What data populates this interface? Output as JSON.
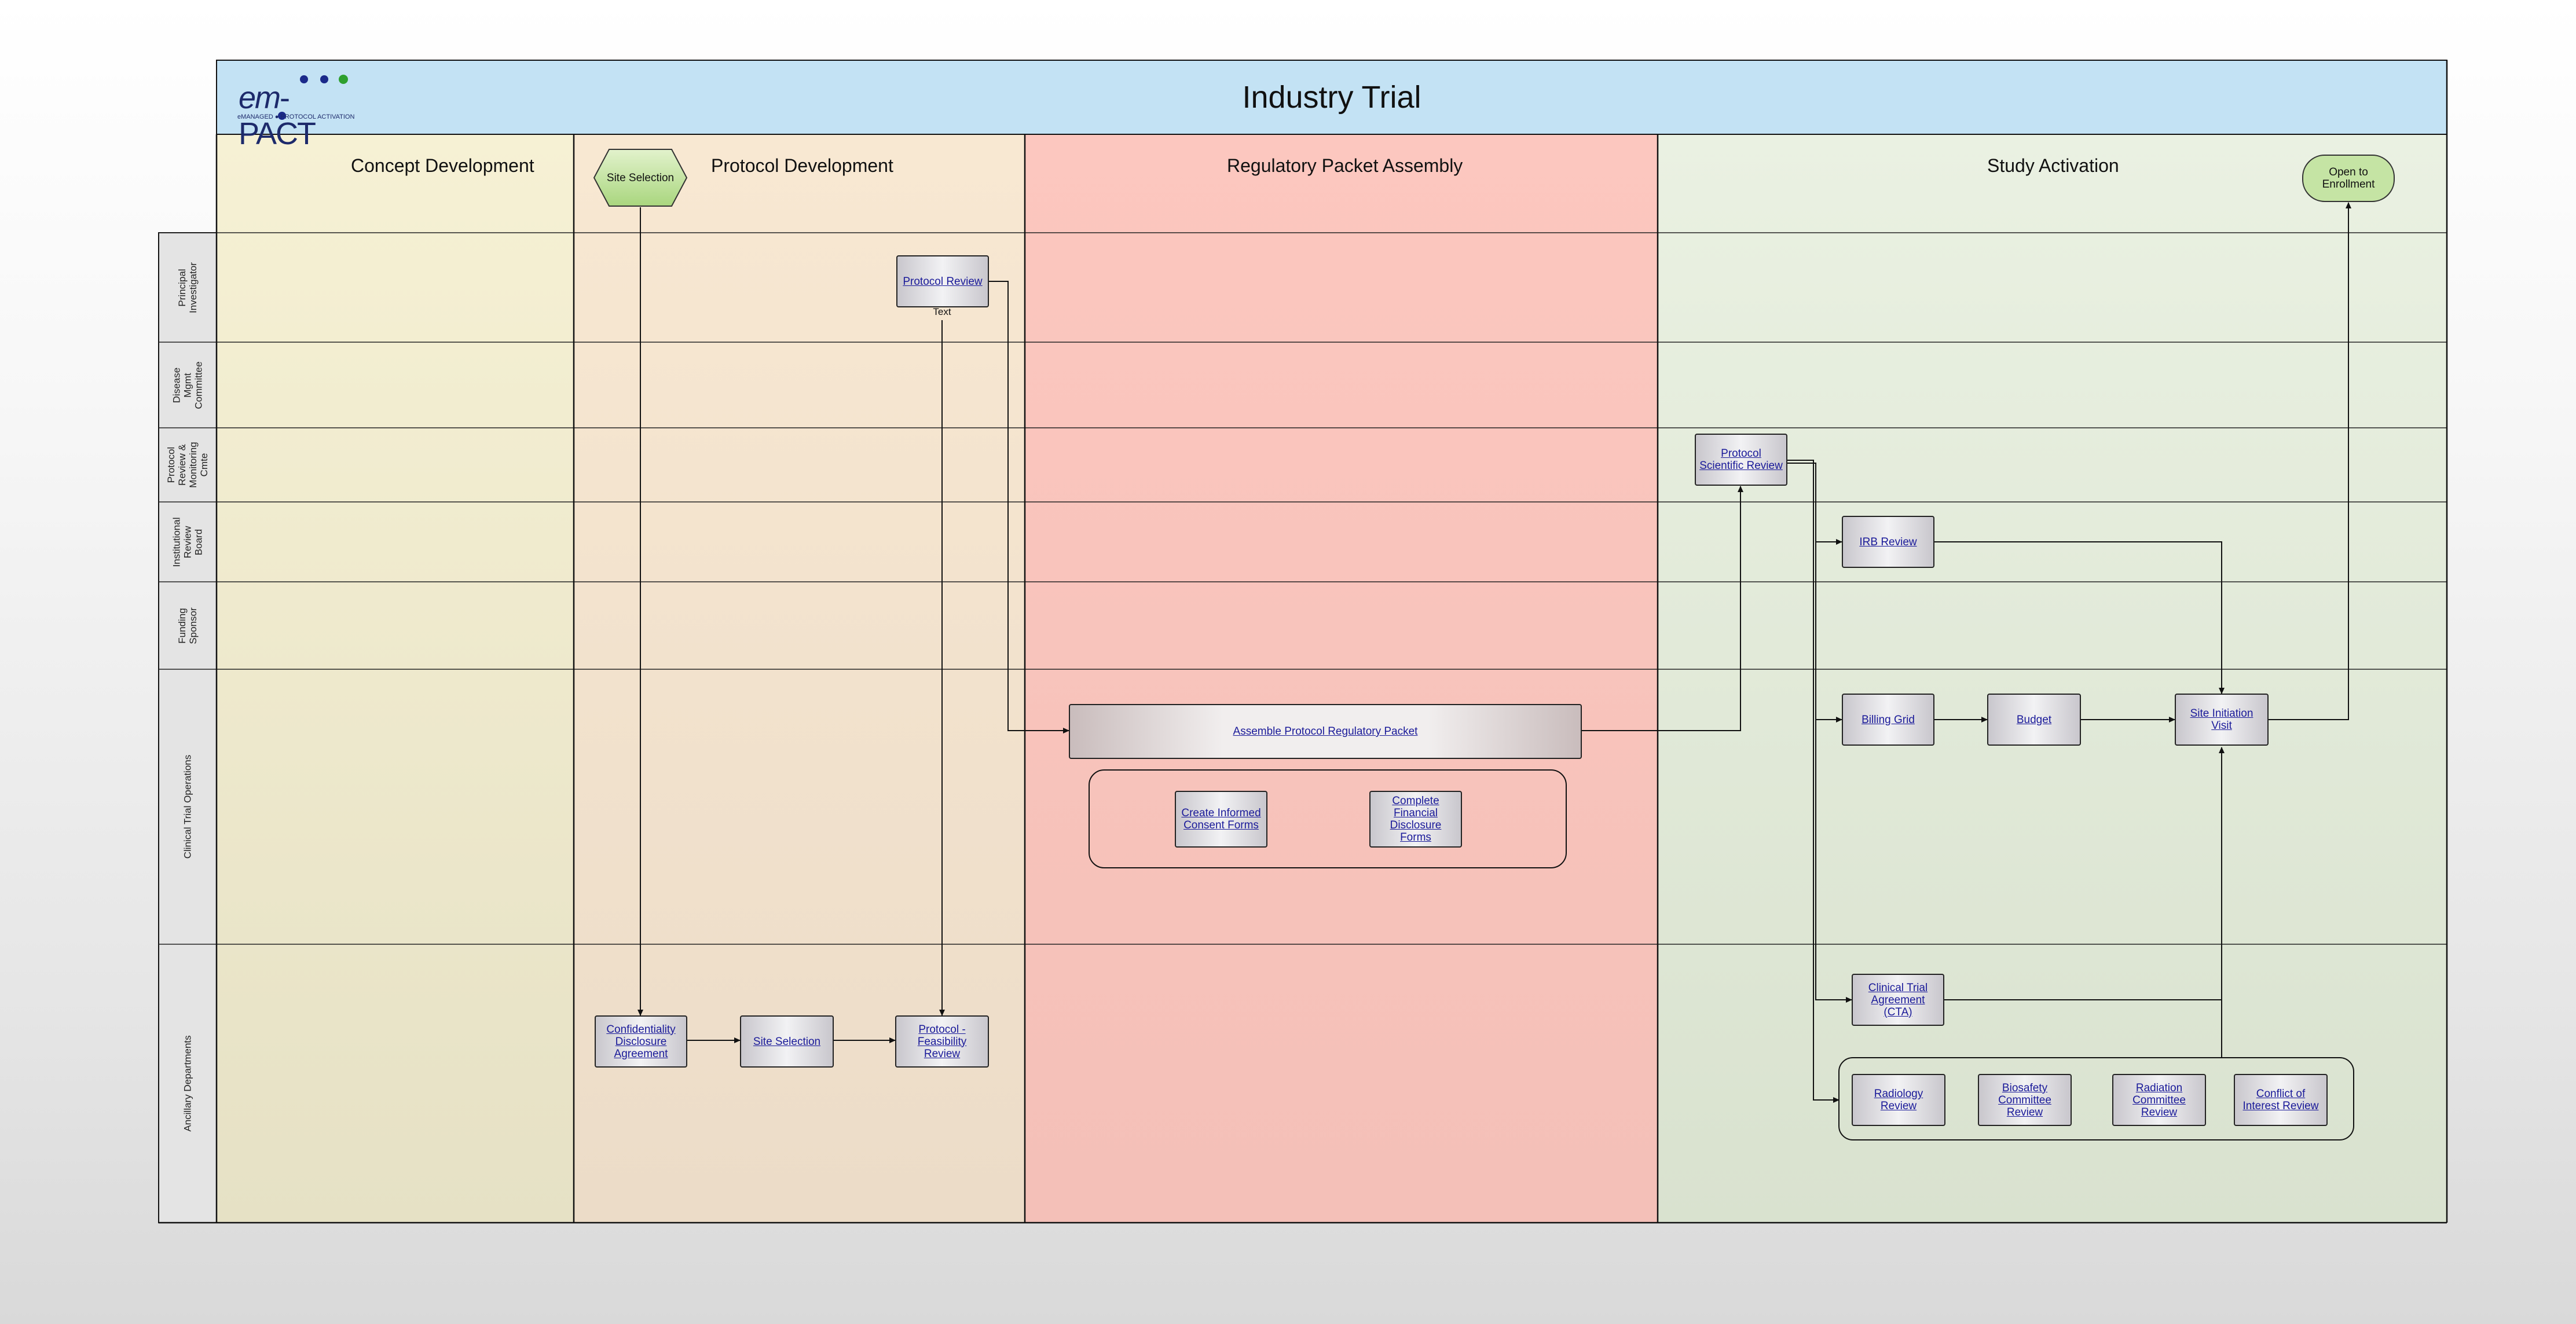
{
  "title": "Industry Trial",
  "logo": {
    "wordmark_em": "em",
    "wordmark_rest": "-PACT",
    "tagline": "eMANAGED  ●  PROTOCOL ACTIVATION"
  },
  "colors": {
    "header_band": "#c3e2f4",
    "concept": "#f3eed0",
    "protocol": "#f3e2cc",
    "regulatory": "#f8c0b8",
    "study": "#e1ebd8",
    "lane_header": "#e4e4e4",
    "process_box": "#d8d8dc",
    "terminal": "#c5e4a4",
    "hexagon": "#c8e6a8"
  },
  "phases": [
    {
      "id": "concept",
      "label": "Concept Development"
    },
    {
      "id": "protocol",
      "label": "Protocol Development"
    },
    {
      "id": "regulatory",
      "label": "Regulatory Packet Assembly"
    },
    {
      "id": "study",
      "label": "Study Activation"
    }
  ],
  "lanes": [
    {
      "id": "pi",
      "label": "Principal Investigator"
    },
    {
      "id": "dmc",
      "label": "Disease Mgmt Committee"
    },
    {
      "id": "prmc",
      "label": "Protocol Review & Monitoring Cmte"
    },
    {
      "id": "irb",
      "label": "Institutional Review Board"
    },
    {
      "id": "sponsor",
      "label": "Funding Sponsor"
    },
    {
      "id": "cto",
      "label": "Clinical Trial Operations"
    },
    {
      "id": "ancillary",
      "label": "Ancillary Departments"
    }
  ],
  "nodes": {
    "site_selection_hex": "Site Selection",
    "open_to_enrollment": "Open to Enrollment",
    "protocol_review": "Protocol  Review",
    "protocol_review_note": "Text",
    "protocol_scientific_review": "Protocol Scientific Review",
    "irb_review": "IRB Review",
    "assemble_packet": "Assemble Protocol Regulatory Packet",
    "create_consent": "Create Informed Consent Forms",
    "financial_disclosure": "Complete Financial Disclosure Forms",
    "billing_grid": "Billing Grid",
    "budget": "Budget",
    "site_initiation_visit": "Site Initiation Visit",
    "confidentiality": "Confidentiality Disclosure Agreement",
    "site_selection_box": "Site Selection",
    "feasibility_review": "Protocol - Feasibility Review",
    "cta": "Clinical Trial Agreement (CTA)",
    "radiology": "Radiology Review",
    "biosafety": "Biosafety Committee Review",
    "radiation": "Radiation Committee Review",
    "conflict": "Conflict of Interest Review"
  }
}
